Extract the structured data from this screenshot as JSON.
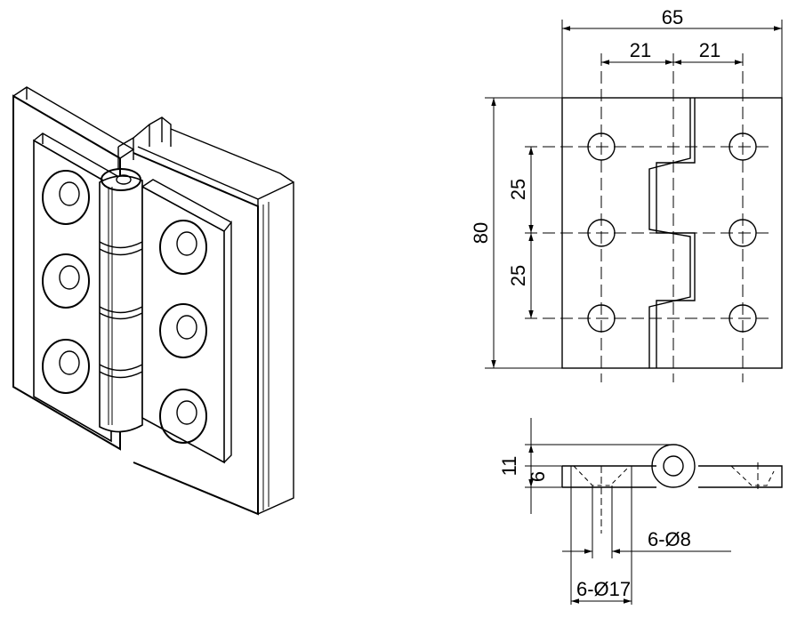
{
  "dimensions": {
    "overall_width": "65",
    "hole_offset_left": "21",
    "hole_offset_right": "21",
    "overall_height": "80",
    "hole_pitch_upper": "25",
    "hole_pitch_lower": "25",
    "total_thickness": "11",
    "leaf_thickness": "6",
    "hole_diameter": "6-Ø8",
    "countersink_diameter": "6-Ø17"
  }
}
